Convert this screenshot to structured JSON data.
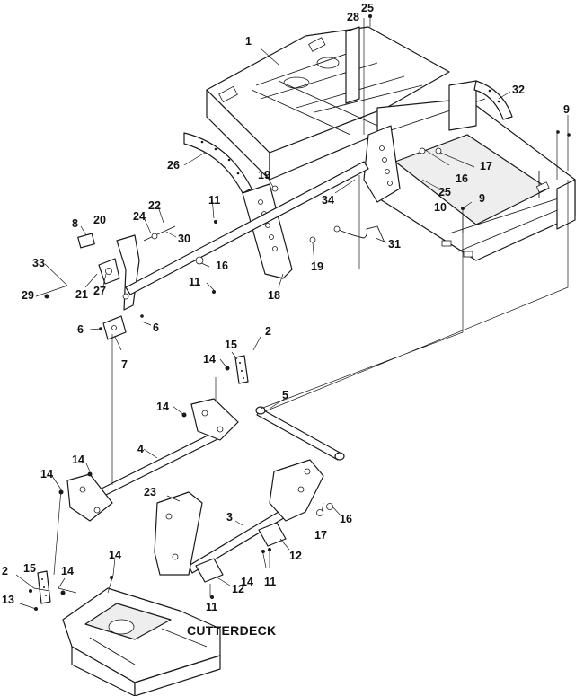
{
  "callouts": {
    "c1": "1",
    "c2a": "2",
    "c2b": "2",
    "c3": "3",
    "c4": "4",
    "c5": "5",
    "c6a": "6",
    "c6b": "6",
    "c7": "7",
    "c8": "8",
    "c9a": "9",
    "c9b": "9",
    "c10": "10",
    "c11a": "11",
    "c11b": "11",
    "c11c": "11",
    "c11d": "11",
    "c12a": "12",
    "c12b": "12",
    "c13": "13",
    "c14a": "14",
    "c14b": "14",
    "c14c": "14",
    "c14d": "14",
    "c14e": "14",
    "c14f": "14",
    "c14g": "14",
    "c15a": "15",
    "c15b": "15",
    "c16a": "16",
    "c16b": "16",
    "c16c": "16",
    "c17a": "17",
    "c17b": "17",
    "c18": "18",
    "c19a": "19",
    "c19b": "19",
    "c20": "20",
    "c21": "21",
    "c22": "22",
    "c23": "23",
    "c24": "24",
    "c25a": "25",
    "c25b": "25",
    "c26": "26",
    "c27": "27",
    "c28": "28",
    "c29": "29",
    "c30": "30",
    "c31": "31",
    "c32": "32",
    "c33": "33",
    "c34": "34"
  },
  "caption": "CUTTERDECK"
}
